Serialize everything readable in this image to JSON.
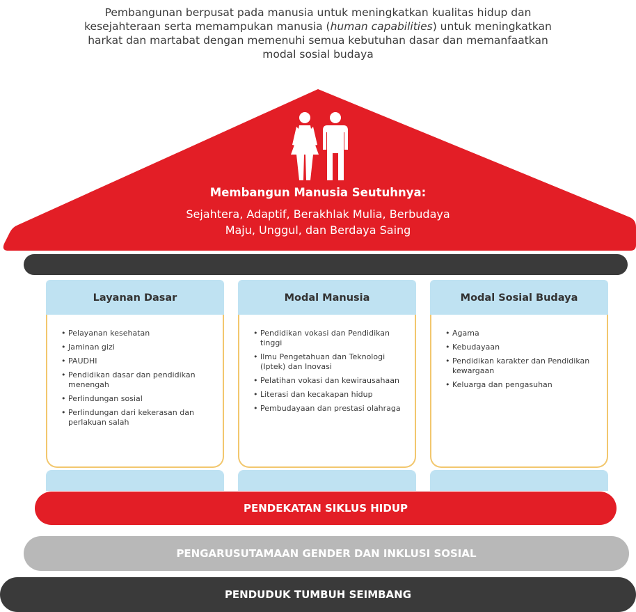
{
  "intro": {
    "line1": "Pembangunan berpusat pada manusia untuk meningkatkan kualitas hidup dan",
    "line2_pre": "kesejahteraan serta memampukan manusia (",
    "line2_em": "human capabilities",
    "line2_post": ") untuk meningkatkan",
    "line3": "harkat dan martabat dengan memenuhi semua kebutuhan dasar dan memanfaatkan",
    "line4": "modal sosial budaya"
  },
  "roof": {
    "title": "Membangun Manusia Seutuhnya:",
    "subtitle_line1": "Sejahtera, Adaptif, Berakhlak Mulia, Berbudaya",
    "subtitle_line2": "Maju, Unggul, dan Berdaya Saing",
    "icon": "man-woman-icon"
  },
  "pillars": [
    {
      "title": "Layanan Dasar",
      "items": [
        "Pelayanan kesehatan",
        "Jaminan gizi",
        "PAUDHI",
        "Pendidikan dasar dan pendidikan menengah",
        "Perlindungan sosial",
        "Perlindungan dari kekerasan dan perlakuan salah"
      ]
    },
    {
      "title": "Modal Manusia",
      "items": [
        "Pendidikan vokasi dan Pendidikan tinggi",
        "Ilmu Pengetahuan dan Teknologi (Iptek) dan Inovasi",
        "Pelatihan vokasi dan kewirausahaan",
        "Literasi dan kecakapan hidup",
        "Pembudayaan dan prestasi olahraga"
      ]
    },
    {
      "title": "Modal Sosial Budaya",
      "items": [
        "Agama",
        "Kebudayaan",
        "Pendidikan karakter dan Pendidikan kewargaan",
        "Keluarga dan pengasuhan"
      ]
    }
  ],
  "foundations": {
    "band1": "PENDEKATAN SIKLUS HIDUP",
    "band2": "PENGARUSUTAMAAN GENDER DAN INKLUSI SOSIAL",
    "band3": "PENDUDUK TUMBUH SEIMBANG"
  },
  "colors": {
    "red": "#e31e26",
    "dark": "#3a3a3a",
    "gray": "#b8b8b8",
    "light_blue": "#bfe2f2",
    "gold": "#f2c76e"
  }
}
